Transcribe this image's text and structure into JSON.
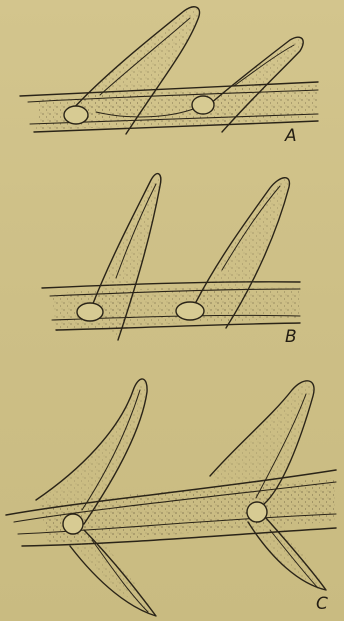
{
  "figure": {
    "panels": [
      {
        "label": "A"
      },
      {
        "label": "B"
      },
      {
        "label": "C"
      }
    ]
  },
  "colors": {
    "background": "#cfc18a",
    "ink": "#2a2418",
    "stipple": "#5a4e34"
  }
}
